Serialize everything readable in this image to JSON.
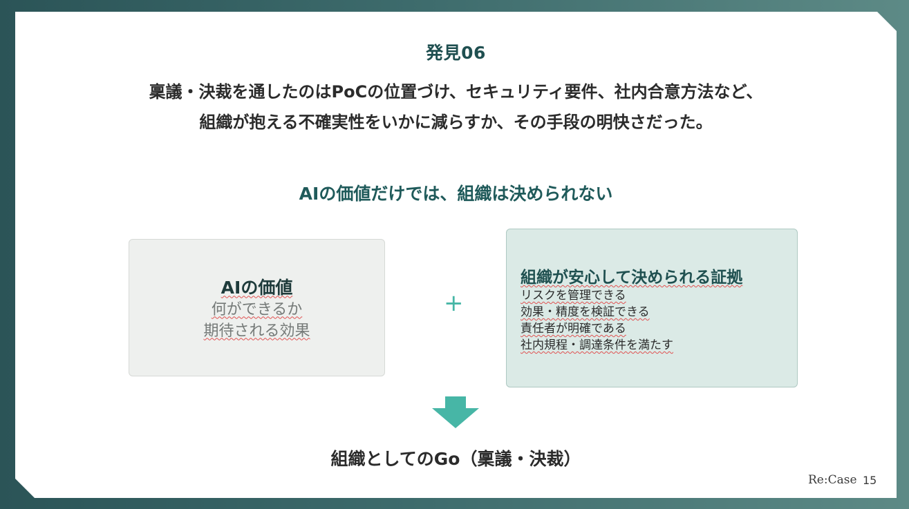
{
  "slide": {
    "kicker": "発見06",
    "headline": [
      "稟議・決裁を通したのはPoCの位置づけ、セキュリティ要件、社内合意方法など、",
      "組織が抱える不確実性をいかに減らすか、その手段の明快さだった。"
    ],
    "subtitle": "AIの価値だけでは、組織は決められない",
    "left_box": {
      "title": "AIの価値",
      "lines": [
        "何ができるか",
        "期待される効果"
      ]
    },
    "plus": "+",
    "right_box": {
      "title": "組織が安心して決められる証拠",
      "lines": [
        "リスクを管理できる",
        "効果・精度を検証できる",
        "責任者が明確である",
        "社内規程・調達条件を満たす"
      ]
    },
    "conclusion": "組織としてのGo（稟議・決裁）",
    "brand": "Re:Case",
    "page_number": "15"
  },
  "colors": {
    "accent_teal": "#47b6a6",
    "heading_teal": "#1f5a5a",
    "left_box_bg": "#eef0ee",
    "right_box_bg": "#dbeae6"
  }
}
